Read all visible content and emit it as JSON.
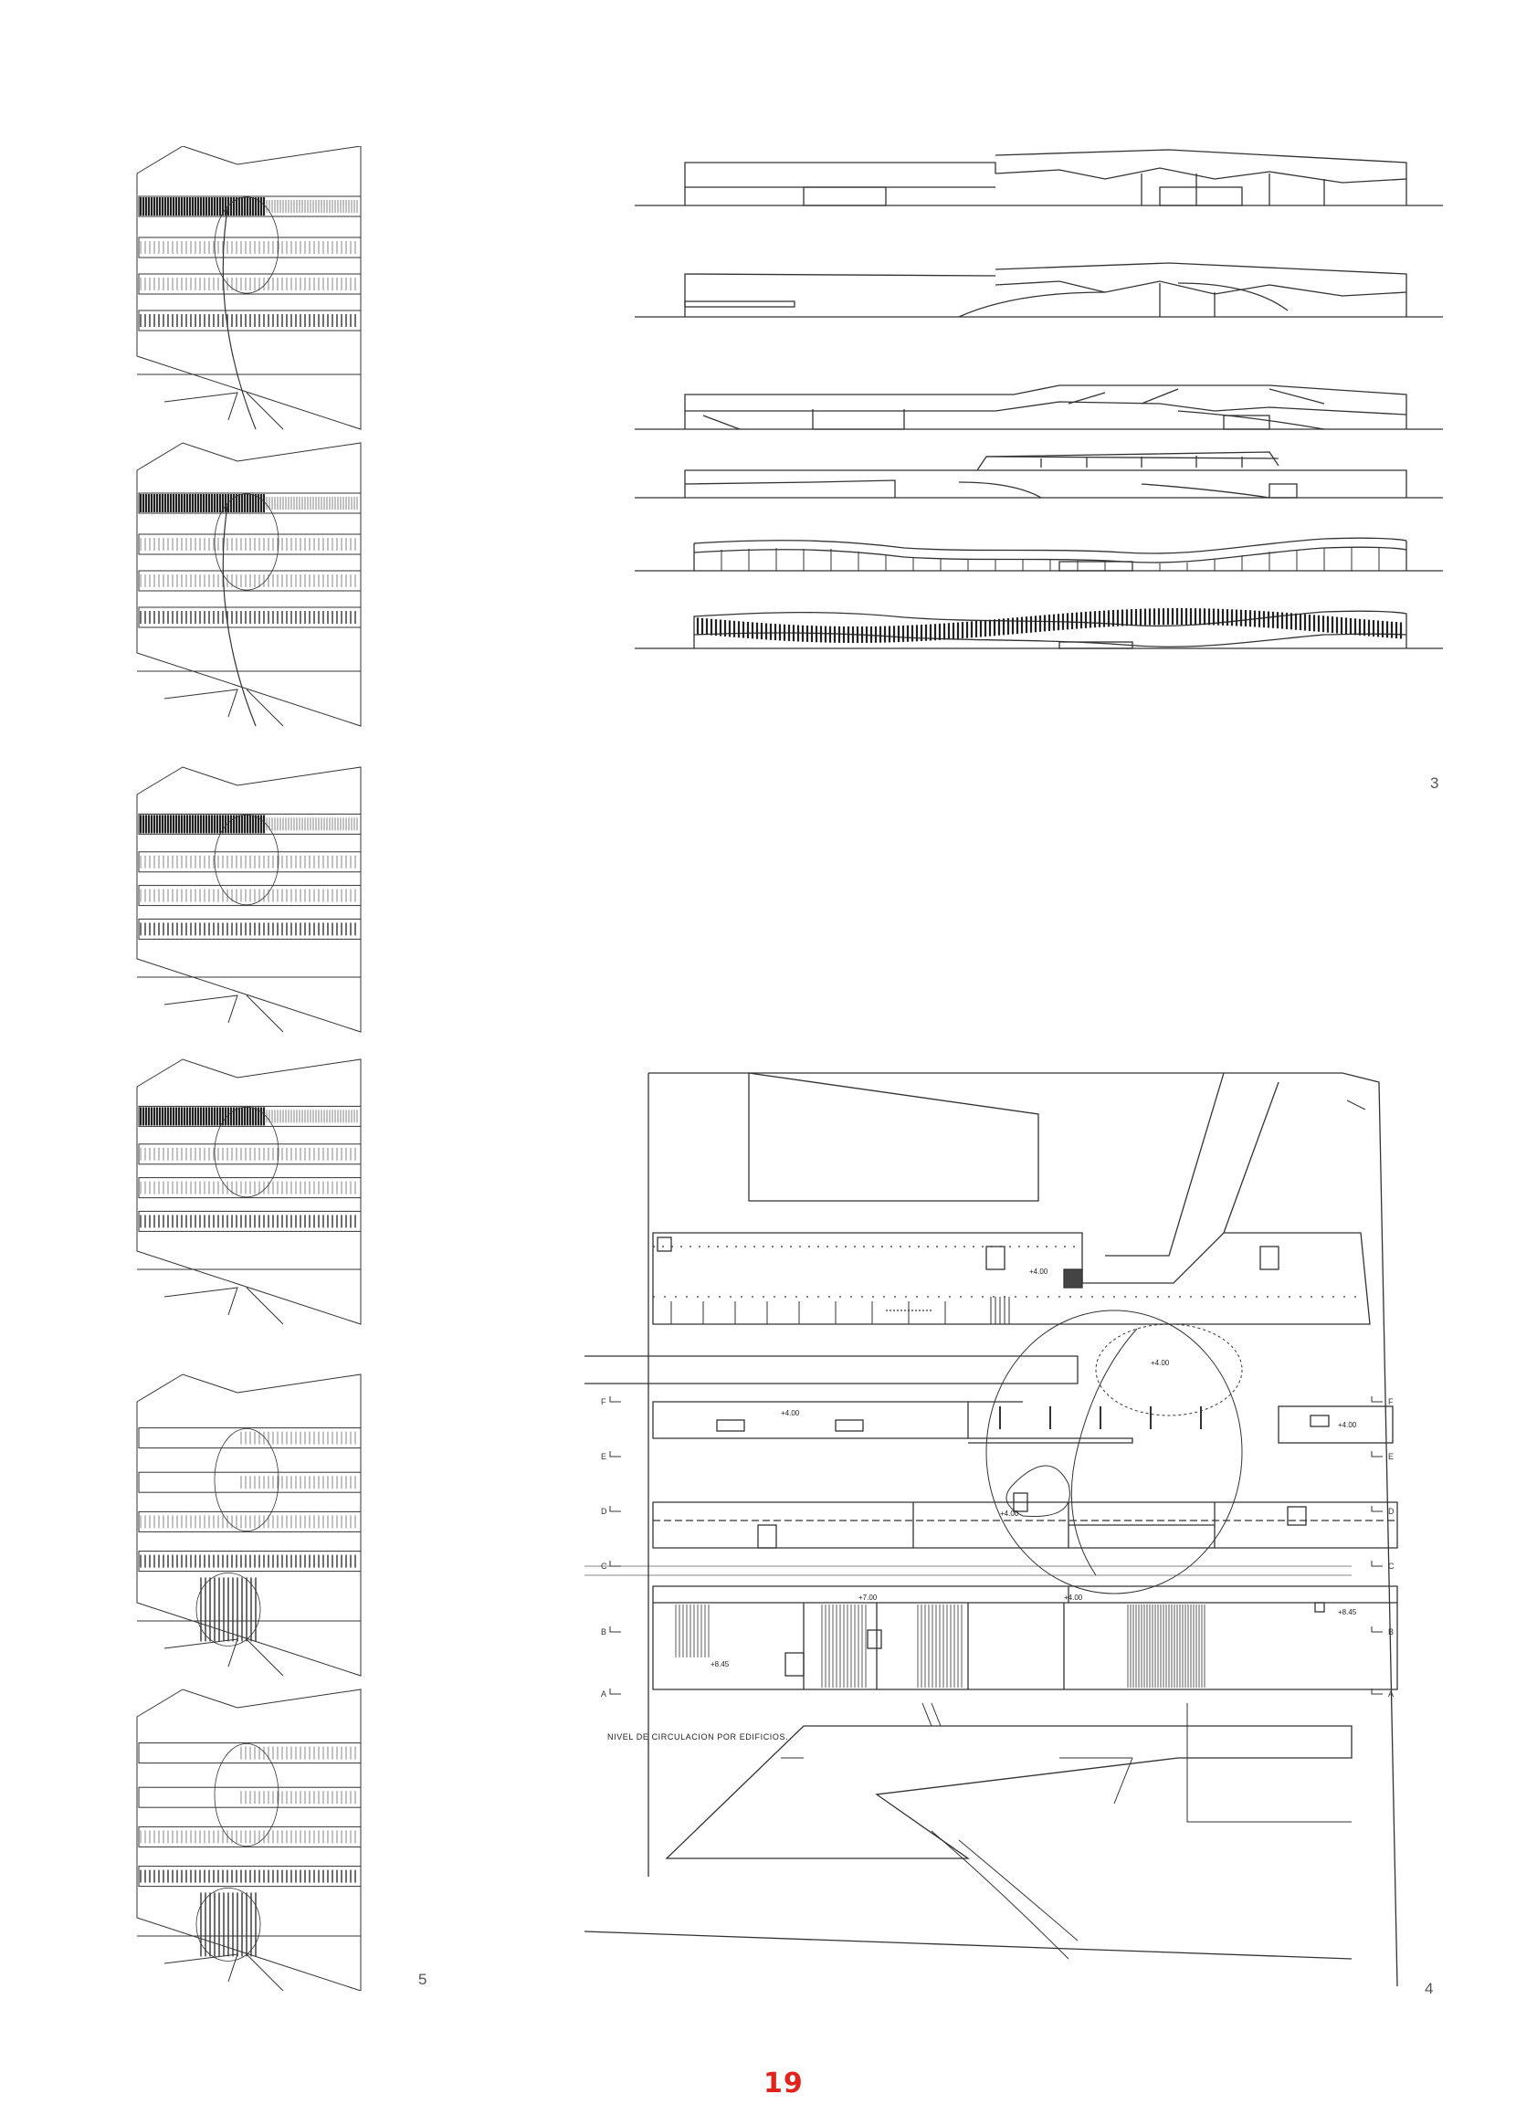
{
  "page": {
    "number": "19",
    "number_color": "#e0231c"
  },
  "figures": {
    "elevations": {
      "number": "3"
    },
    "plan": {
      "number": "4",
      "caption": "NIVEL DE CIRCULACION POR EDIFICIOS.",
      "axis_labels": [
        "F",
        "E",
        "D",
        "C",
        "B",
        "A"
      ],
      "levels": {
        "top_bar": "+4.00",
        "ellipse": "+4.00",
        "f_left": "+4.00",
        "f_right": "+4.00",
        "d_center": "+4.00",
        "b_seven": "+7.00",
        "b_center": "+4.00",
        "b_right": "+8.45",
        "b_left": "+8.45"
      }
    },
    "diagrams": {
      "number": "5"
    }
  }
}
